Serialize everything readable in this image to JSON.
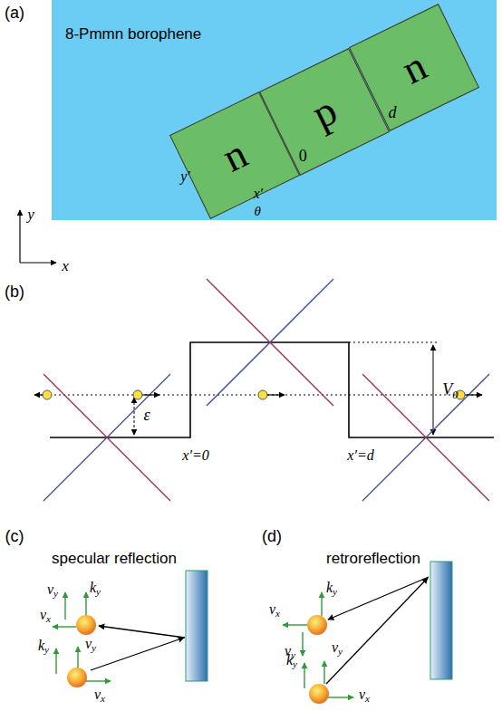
{
  "diagram": {
    "nodes": [
      {
        "text": [
          "8-Pmmn borophene"
        ]
      },
      {
        "text": [
          "n"
        ],
        "in": 0
      },
      {
        "text": [
          "p"
        ],
        "in": 0
      },
      {
        "text": [
          "n"
        ],
        "in": 0
      }
    ],
    "labels": [
      "(a)",
      "0",
      "d",
      "y′",
      "x′",
      "θ",
      "y",
      "x",
      "(b)",
      "ε",
      "V0",
      "x′=0",
      "x′=d",
      "(c)",
      "specular reflection",
      "(d)",
      "retroreflection",
      "vy",
      "vx",
      "ky",
      "ky",
      "vy",
      "vx",
      "vx",
      "ky",
      "vy",
      "ky",
      "vy",
      "vx"
    ]
  }
}
